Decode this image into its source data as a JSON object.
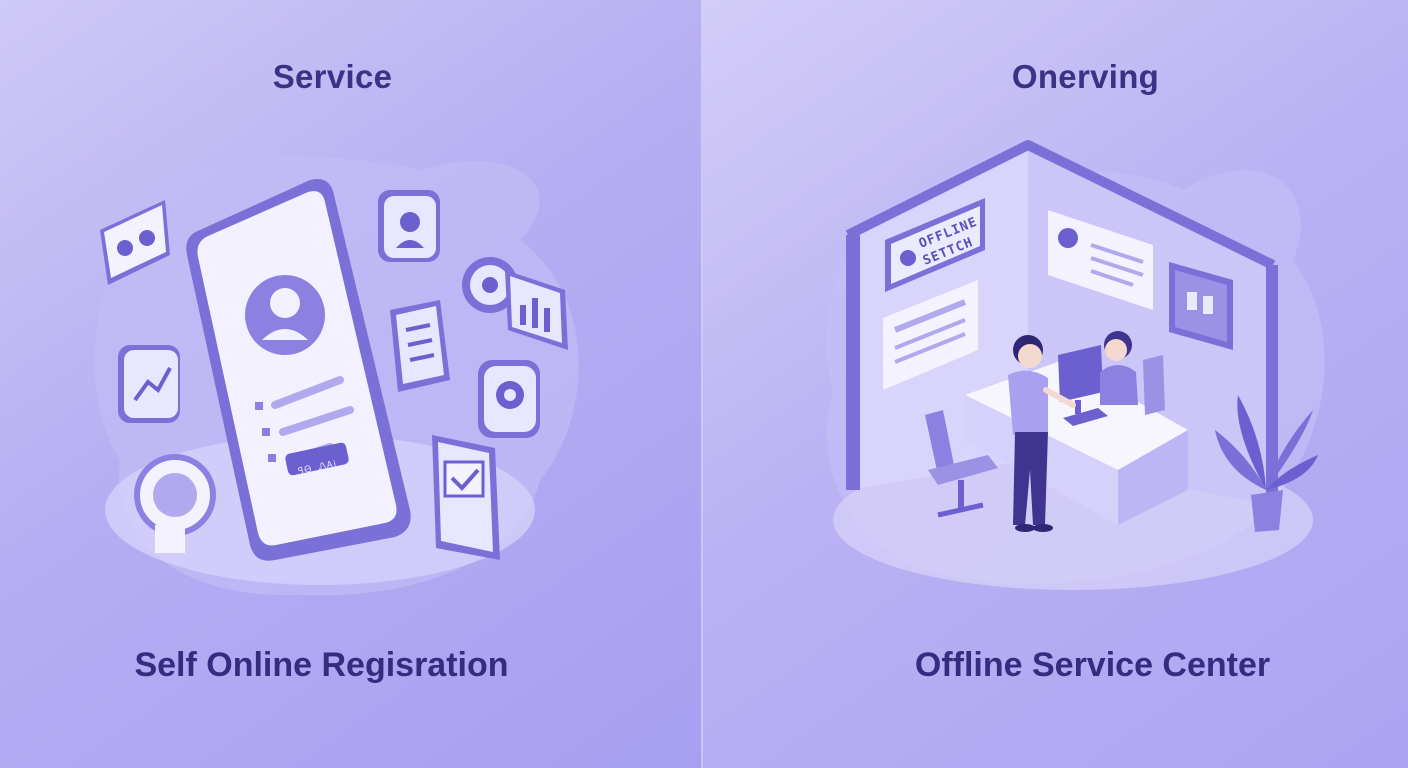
{
  "left_panel": {
    "title": "Service",
    "caption": "Self Online Regisration",
    "phone": {
      "button_label": "ꟼᎾ ᏁᎪᎥ"
    },
    "icons": [
      "chat-people-icon",
      "user-profile-icon",
      "chart-icon",
      "growth-chart-icon",
      "document-icon",
      "location-pin-icon",
      "music-badge-icon",
      "checkmark-tablet-icon",
      "gear-icon"
    ]
  },
  "right_panel": {
    "title": "Onerving",
    "caption": "Offline Service Center",
    "sign": {
      "line1": "OFFLINE",
      "line2": "SETTCH"
    }
  },
  "colors": {
    "title": "#3b3185",
    "accent": "#6c5fd0",
    "background_light": "#cfc9f7",
    "background_dark": "#a79ff0"
  }
}
